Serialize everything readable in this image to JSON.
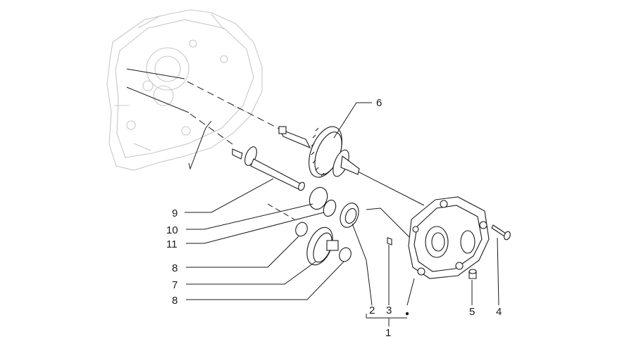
{
  "callouts": {
    "c1": "1",
    "c2": "2",
    "c3": "3",
    "c4": "4",
    "c5": "5",
    "c6": "6",
    "c7": "7",
    "c8a": "8",
    "c8b": "8",
    "c9": "9",
    "c10": "10",
    "c11": "11"
  },
  "colors": {
    "line": "#1a1a1a",
    "ghost": "#c8c8c8",
    "background": "#ffffff"
  }
}
